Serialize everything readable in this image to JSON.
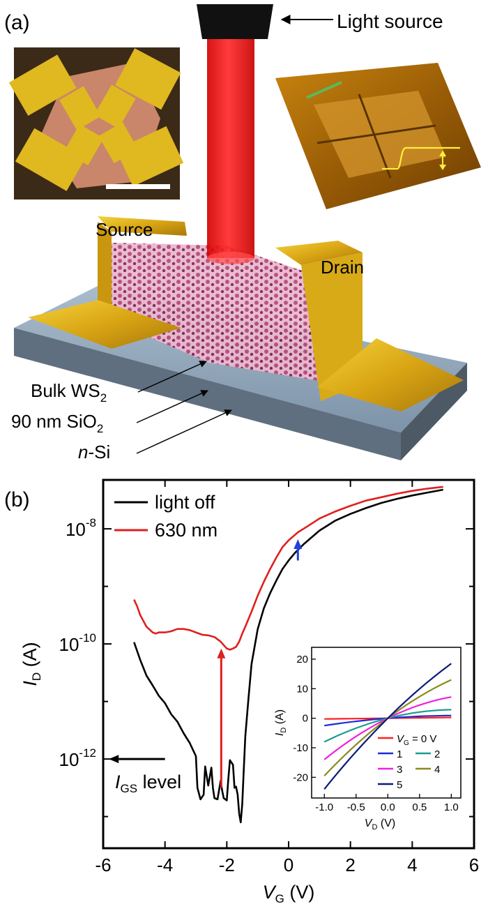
{
  "panel_a": {
    "label": "(a)",
    "light_source": "Light source",
    "source": "Source",
    "drain": "Drain",
    "layers": {
      "bulk": {
        "base": "Bulk WS",
        "sub": "2"
      },
      "oxide": {
        "base": "90 nm SiO",
        "sub": "2"
      },
      "substrate": {
        "italic": "n",
        "rest": "-Si"
      }
    }
  },
  "panel_b": {
    "label": "(b)",
    "igs_level": {
      "base": "I",
      "sub": "GS",
      "rest": " level"
    },
    "chart_data": [
      {
        "type": "line",
        "xlabel": {
          "base": "V",
          "sub": "G",
          "unit": " (V)"
        },
        "ylabel": {
          "base": "I",
          "sub": "D",
          "unit": " (A)"
        },
        "xlim": [
          -6,
          6
        ],
        "ylim_log10": [
          -13.55,
          -7.15
        ],
        "yscale": "log",
        "xticks": [
          -6,
          -4,
          -2,
          0,
          2,
          4,
          6
        ],
        "yticks": [
          {
            "value": -12,
            "base": "10",
            "exp": "-12"
          },
          {
            "value": -10,
            "base": "10",
            "exp": "-10"
          },
          {
            "value": -8,
            "base": "10",
            "exp": "-8"
          }
        ],
        "legend_position": "top-left",
        "series": [
          {
            "name": "light off",
            "color": "#000000",
            "x": [
              -5.0,
              -4.8,
              -4.6,
              -4.4,
              -4.2,
              -4.0,
              -3.8,
              -3.6,
              -3.4,
              -3.2,
              -3.0,
              -2.95,
              -2.85,
              -2.75,
              -2.7,
              -2.6,
              -2.5,
              -2.45,
              -2.4,
              -2.3,
              -2.2,
              -2.15,
              -2.1,
              -2.0,
              -1.95,
              -1.9,
              -1.8,
              -1.75,
              -1.7,
              -1.65,
              -1.6,
              -1.55,
              -1.5,
              -1.45,
              -1.4,
              -1.3,
              -1.2,
              -1.0,
              -0.8,
              -0.6,
              -0.4,
              -0.2,
              0.0,
              0.2,
              0.5,
              1.0,
              1.5,
              2.0,
              2.5,
              3.0,
              3.5,
              4.0,
              4.5,
              5.0
            ],
            "y_log10": [
              -9.97,
              -10.28,
              -10.55,
              -10.72,
              -10.9,
              -11.03,
              -11.22,
              -11.35,
              -11.55,
              -11.72,
              -11.95,
              -12.5,
              -12.7,
              -12.62,
              -12.13,
              -12.46,
              -12.15,
              -12.5,
              -12.68,
              -12.7,
              -12.38,
              -12.55,
              -12.68,
              -12.72,
              -12.35,
              -12.02,
              -12.1,
              -12.5,
              -12.48,
              -12.62,
              -12.95,
              -13.1,
              -12.78,
              -12.18,
              -11.6,
              -10.95,
              -10.35,
              -9.74,
              -9.38,
              -9.12,
              -8.9,
              -8.7,
              -8.55,
              -8.42,
              -8.26,
              -8.03,
              -7.86,
              -7.74,
              -7.64,
              -7.55,
              -7.48,
              -7.42,
              -7.37,
              -7.32
            ]
          },
          {
            "name": "630 nm",
            "color": "#e01f1f",
            "x": [
              -5.0,
              -4.9,
              -4.8,
              -4.6,
              -4.4,
              -4.3,
              -4.2,
              -4.0,
              -3.8,
              -3.6,
              -3.4,
              -3.2,
              -3.0,
              -2.8,
              -2.6,
              -2.4,
              -2.2,
              -2.1,
              -2.0,
              -1.9,
              -1.8,
              -1.7,
              -1.6,
              -1.5,
              -1.4,
              -1.2,
              -1.0,
              -0.8,
              -0.6,
              -0.4,
              -0.2,
              0.0,
              0.3,
              0.6,
              1.0,
              1.5,
              2.0,
              2.5,
              3.0,
              3.5,
              4.0,
              4.5,
              5.0
            ],
            "y_log10": [
              -9.23,
              -9.35,
              -9.5,
              -9.7,
              -9.8,
              -9.82,
              -9.8,
              -9.8,
              -9.78,
              -9.74,
              -9.74,
              -9.76,
              -9.8,
              -9.84,
              -9.85,
              -9.88,
              -9.96,
              -10.02,
              -10.08,
              -10.1,
              -10.08,
              -10.05,
              -9.96,
              -9.82,
              -9.7,
              -9.44,
              -9.16,
              -8.92,
              -8.7,
              -8.5,
              -8.32,
              -8.2,
              -8.06,
              -7.96,
              -7.82,
              -7.7,
              -7.6,
              -7.51,
              -7.45,
              -7.39,
              -7.34,
              -7.3,
              -7.27
            ]
          }
        ],
        "annotations": [
          {
            "type": "arrow",
            "color": "#e01f1f",
            "x": -2.18,
            "from_log10": -12.5,
            "to_log10": -10.08
          },
          {
            "type": "arrow",
            "color": "#1f3fe0",
            "x": 0.3,
            "from_log10": -8.55,
            "to_log10": -8.18
          },
          {
            "type": "arrow",
            "color": "#000000",
            "label_ref": "igs_level",
            "from_x": -4.0,
            "to_x": -5.95,
            "at_log10": -12.0
          }
        ]
      },
      {
        "type": "line",
        "position": "inset-lower-right",
        "xlabel": {
          "base": "V",
          "sub": "D",
          "unit": " (V)"
        },
        "ylabel": {
          "base": "I",
          "sub": "D",
          "unit": " (A)"
        },
        "xlim": [
          -1.2,
          1.15
        ],
        "ylim": [
          -27,
          24
        ],
        "xticks": [
          -1.0,
          -0.5,
          0.0,
          0.5,
          1.0
        ],
        "xtick_labels": [
          "-1.0",
          "-0.5",
          "0.0",
          "0.5",
          "1.0"
        ],
        "yticks": [
          -20,
          -10,
          0,
          10,
          20
        ],
        "legend_position": "lower-right",
        "series": [
          {
            "name": "0",
            "legend_text": {
              "var": "V",
              "sub": "G",
              "rest": " = 0 V"
            },
            "color": "#ff2020",
            "x": [
              -1.0,
              1.0
            ],
            "y": [
              -0.25,
              0.25
            ]
          },
          {
            "name": "1",
            "legend_text": {
              "rest": "1"
            },
            "color": "#1f2bd6",
            "x": [
              -1.0,
              1.0
            ],
            "y": [
              -2.5,
              0.9
            ]
          },
          {
            "name": "2",
            "legend_text": {
              "rest": "2"
            },
            "color": "#1a9c8f",
            "x": [
              -1.0,
              1.0
            ],
            "y": [
              -8.0,
              2.9
            ]
          },
          {
            "name": "3",
            "legend_text": {
              "rest": "3"
            },
            "color": "#ee22dd",
            "x": [
              -1.0,
              1.0
            ],
            "y": [
              -14.0,
              7.2
            ]
          },
          {
            "name": "4",
            "legend_text": {
              "rest": "4"
            },
            "color": "#8a8a1e",
            "x": [
              -1.0,
              1.0
            ],
            "y": [
              -19.5,
              13.0
            ]
          },
          {
            "name": "5",
            "legend_text": {
              "rest": "5"
            },
            "color": "#0a1a7a",
            "x": [
              -1.0,
              1.0
            ],
            "y": [
              -24.0,
              18.5
            ]
          }
        ]
      }
    ]
  }
}
